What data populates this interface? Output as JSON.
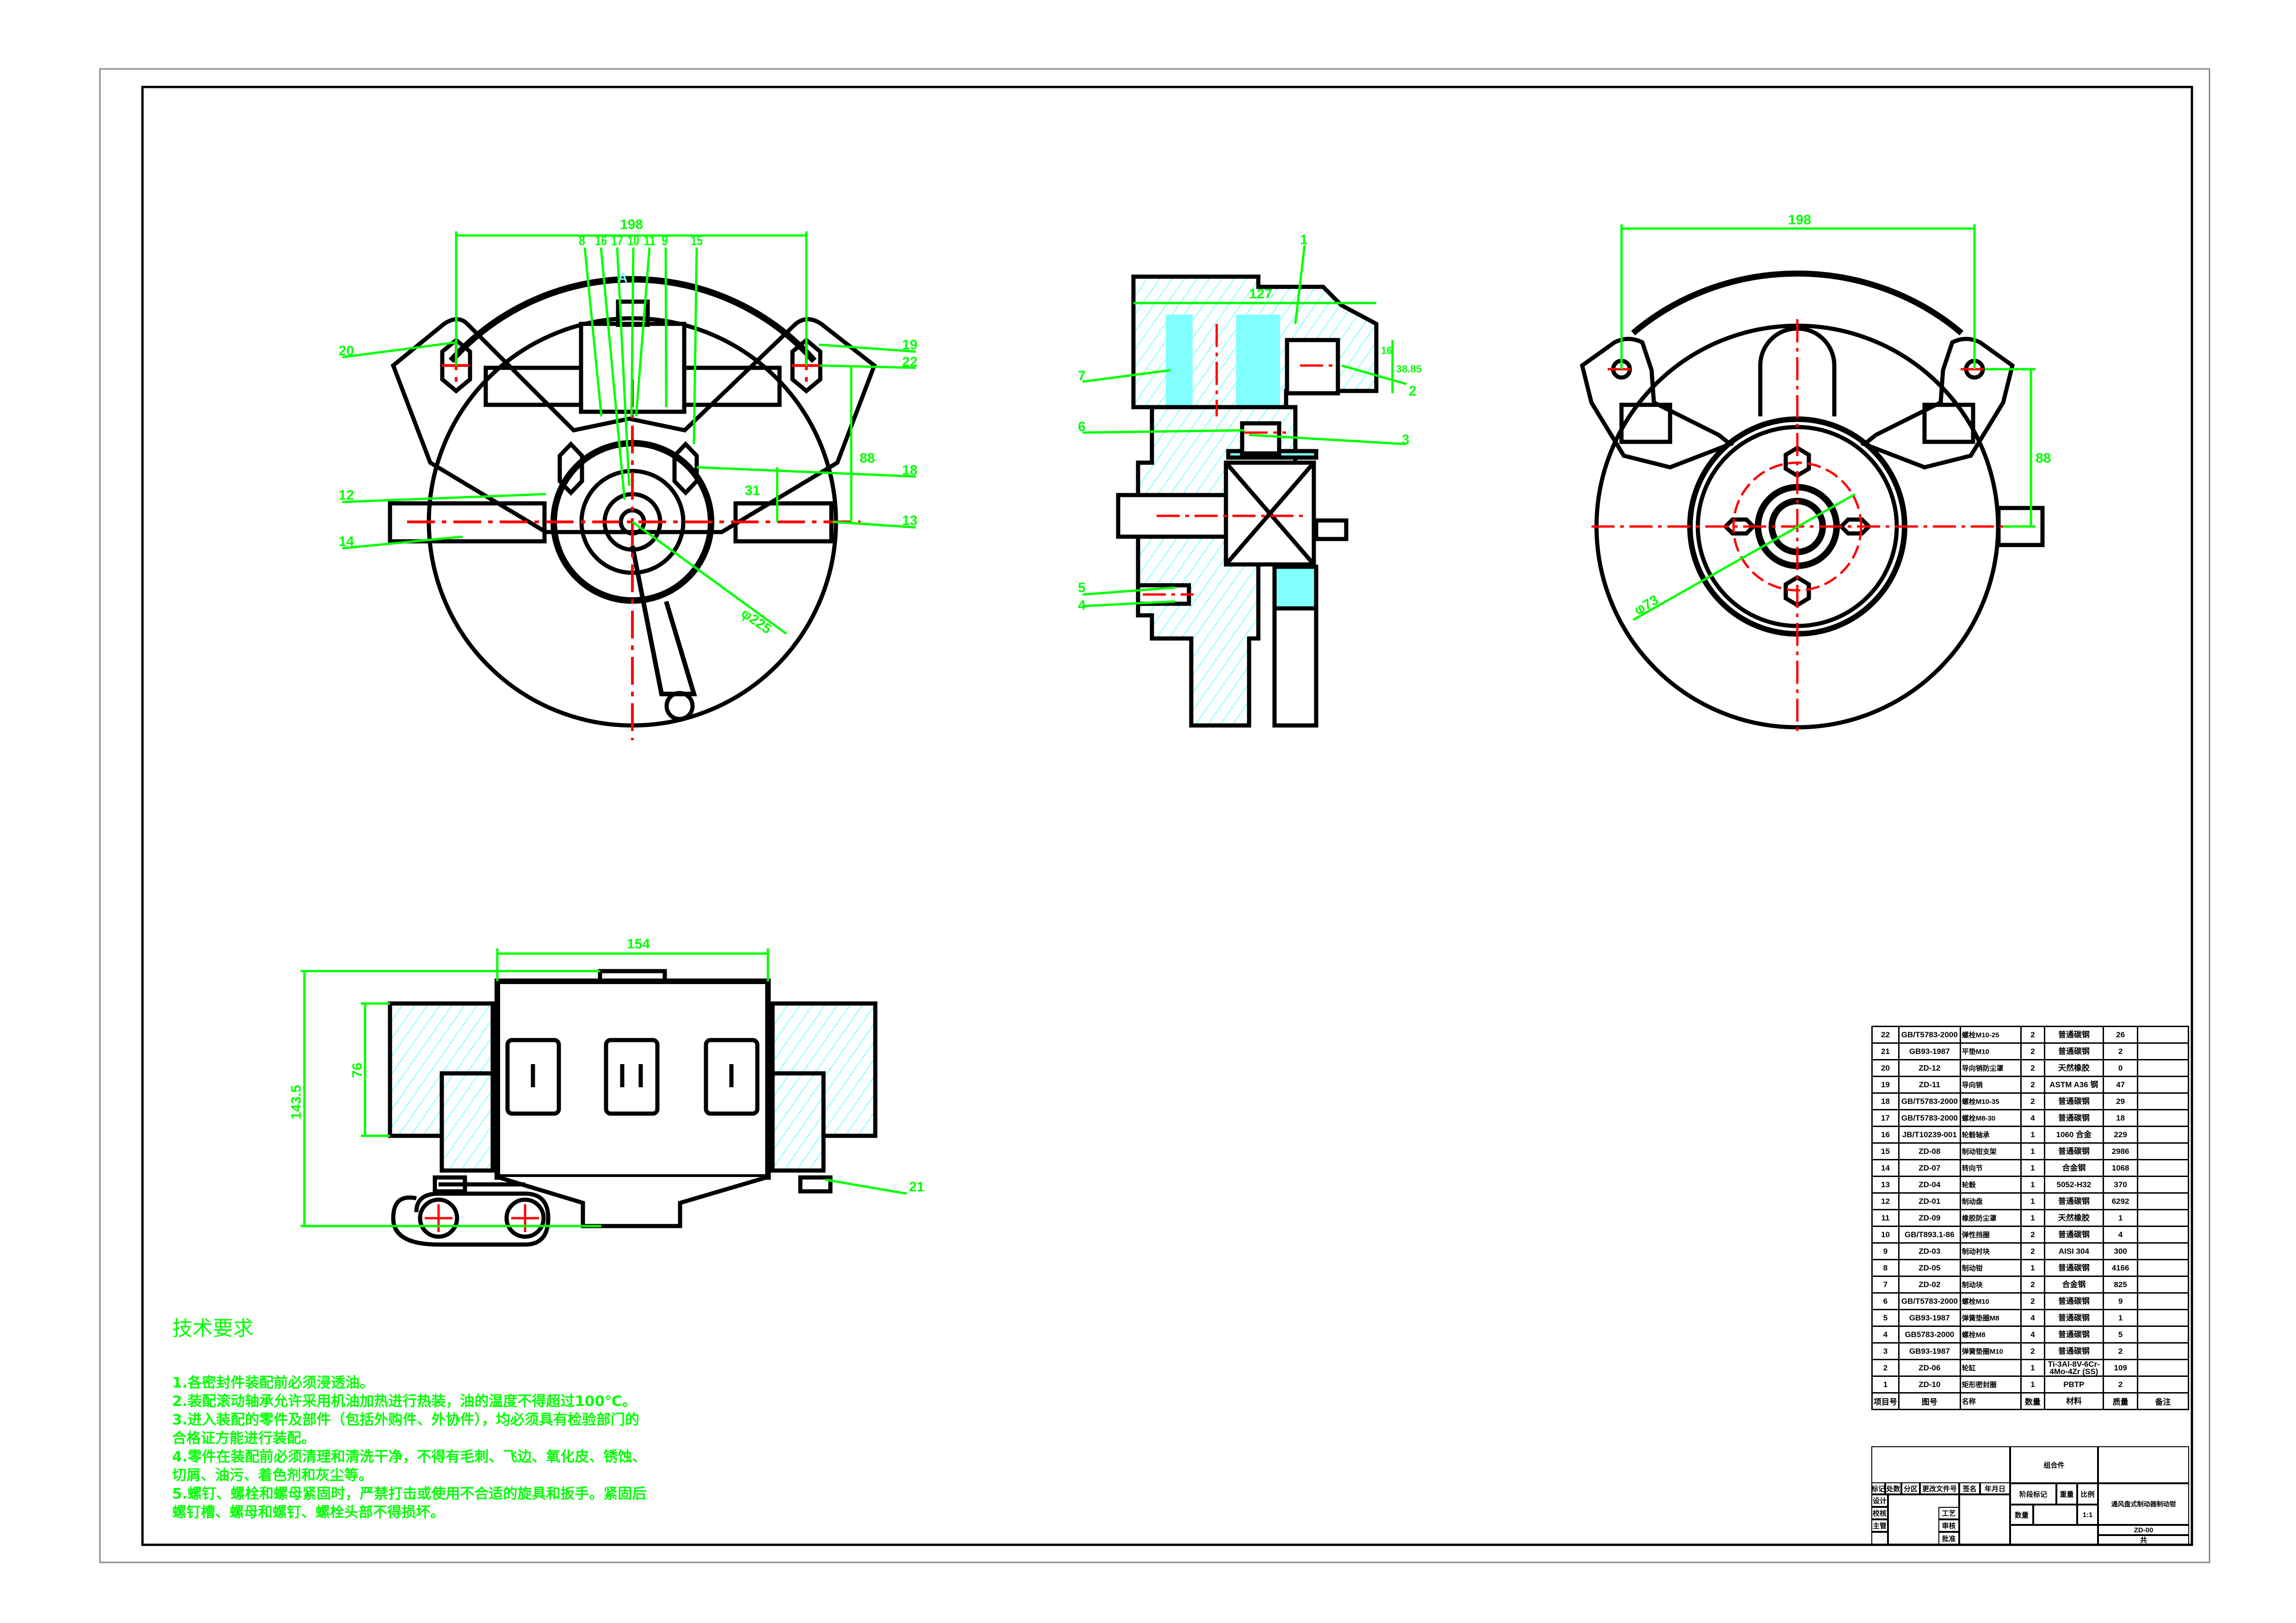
{
  "technical_requirements": {
    "title": "技术要求",
    "items": [
      "1.各密封件装配前必须浸透油。",
      "2.装配滚动轴承允许采用机油加热进行热装，油的温度不得超过100℃。",
      "3.进入装配的零件及部件（包括外购件、外协件），均必须具有检验部门的",
      "合格证方能进行装配。",
      "4.零件在装配前必须清理和清洗干净，不得有毛刺、飞边、氧化皮、锈蚀、",
      "切屑、油污、着色剂和灰尘等。",
      "5.螺钉、螺栓和螺母紧固时，严禁打击或使用不合适的旋具和扳手。紧固后",
      "螺钉槽、螺母和螺钉、螺栓头部不得损坏。"
    ]
  },
  "front_view": {
    "dim_width": "198",
    "dim_height": "88",
    "dim_small": "31",
    "dim_dia": "φ225",
    "section_mark": "A",
    "balloons_top": [
      "8",
      "16",
      "17",
      "10",
      "11",
      "9",
      "15"
    ],
    "balloons_left": [
      "20",
      "12",
      "14"
    ],
    "balloons_right": [
      "19",
      "22",
      "18",
      "13"
    ]
  },
  "section_view": {
    "dim_width": "127",
    "dim_a": "16",
    "dim_b": "38.85",
    "balloons_left": [
      "7",
      "6",
      "5",
      "4"
    ],
    "balloons_right": [
      "1",
      "2",
      "3"
    ]
  },
  "rear_view": {
    "dim_width": "198",
    "dim_height": "88",
    "dim_dia": "φ73"
  },
  "bottom_view": {
    "dim_width": "154",
    "dim_height": "143.5",
    "dim_inner": "76",
    "balloon": "21"
  },
  "bom": {
    "headers": [
      "项目号",
      "图号",
      "名称",
      "数量",
      "材料",
      "质量",
      "备注"
    ],
    "rows": [
      [
        "22",
        "GB/T5783-2000",
        "螺栓M10-25",
        "2",
        "普通碳钢",
        "26",
        ""
      ],
      [
        "21",
        "GB93-1987",
        "平垫M10",
        "2",
        "普通碳钢",
        "2",
        ""
      ],
      [
        "20",
        "ZD-12",
        "导向销防尘罩",
        "2",
        "天然橡胶",
        "0",
        ""
      ],
      [
        "19",
        "ZD-11",
        "导向销",
        "2",
        "ASTM A36 钢",
        "47",
        ""
      ],
      [
        "18",
        "GB/T5783-2000",
        "螺栓M10-35",
        "2",
        "普通碳钢",
        "29",
        ""
      ],
      [
        "17",
        "GB/T5783-2000",
        "螺栓M8-30",
        "4",
        "普通碳钢",
        "18",
        ""
      ],
      [
        "16",
        "JB/T10239-001",
        "轮毂轴承",
        "1",
        "1060 合金",
        "229",
        ""
      ],
      [
        "15",
        "ZD-08",
        "制动钳支架",
        "1",
        "普通碳钢",
        "2986",
        ""
      ],
      [
        "14",
        "ZD-07",
        "转向节",
        "1",
        "合金钢",
        "1068",
        ""
      ],
      [
        "13",
        "ZD-04",
        "轮毂",
        "1",
        "5052-H32",
        "370",
        ""
      ],
      [
        "12",
        "ZD-01",
        "制动盘",
        "1",
        "普通碳钢",
        "6292",
        ""
      ],
      [
        "11",
        "ZD-09",
        "橡胶防尘罩",
        "1",
        "天然橡胶",
        "1",
        ""
      ],
      [
        "10",
        "GB/T893.1-86",
        "弹性挡圈",
        "2",
        "普通碳钢",
        "4",
        ""
      ],
      [
        "9",
        "ZD-03",
        "制动衬块",
        "2",
        "AISI 304",
        "300",
        ""
      ],
      [
        "8",
        "ZD-05",
        "制动钳",
        "1",
        "普通碳钢",
        "4166",
        ""
      ],
      [
        "7",
        "ZD-02",
        "制动块",
        "2",
        "合金钢",
        "825",
        ""
      ],
      [
        "6",
        "GB/T5783-2000",
        "螺栓M10",
        "2",
        "普通碳钢",
        "9",
        ""
      ],
      [
        "5",
        "GB93-1987",
        "弹簧垫圈M8",
        "4",
        "普通碳钢",
        "1",
        ""
      ],
      [
        "4",
        "GB5783-2000",
        "螺栓M8",
        "4",
        "普通碳钢",
        "5",
        ""
      ],
      [
        "3",
        "GB93-1987",
        "弹簧垫圈M10",
        "2",
        "普通碳钢",
        "2",
        ""
      ],
      [
        "2",
        "ZD-06",
        "轮缸",
        "1",
        "Ti-3Al-8V-6Cr-4Mo-4Zr (SS)",
        "109",
        ""
      ],
      [
        "1",
        "ZD-10",
        "矩形密封圈",
        "1",
        "PBTP",
        "2",
        ""
      ]
    ]
  },
  "title_block": {
    "assembly": "组合件",
    "revision_headers": [
      "标记",
      "处数",
      "分区",
      "更改文件号",
      "签名",
      "年月日"
    ],
    "design": "设计",
    "check": "校核",
    "supervisor": "主管",
    "process": "工艺",
    "review": "审核",
    "approve": "批准",
    "stage_mark": "阶段标记",
    "weight": "重量",
    "scale_label": "比例",
    "quantity": "数量",
    "scale": "1:1",
    "drawing_title": "通风盘式制动器制动钳",
    "drawing_no": "ZD-00",
    "sheets": "共"
  },
  "colors": {
    "outline": "#000000",
    "dimension": "#00ff00",
    "centerline": "#ff0000",
    "hatch": "#80ffff"
  }
}
